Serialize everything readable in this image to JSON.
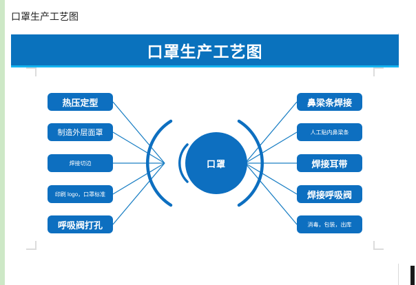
{
  "document": {
    "title": "口罩生产工艺图"
  },
  "banner": {
    "title": "口罩生产工艺图",
    "background_color": "#0a72bd",
    "underline_color": "#14b4f0"
  },
  "diagram": {
    "hub_label": "口罩",
    "node_color": "#0d6fc0",
    "connector_color": "#1b7fc4",
    "left_nodes": [
      {
        "label": "热压定型",
        "size": "lg"
      },
      {
        "label": "制造外层面罩",
        "size": "md"
      },
      {
        "label": "焊接切边",
        "size": "sm"
      },
      {
        "label": "印刷 logo，口罩标准",
        "size": "sm"
      },
      {
        "label": "呼吸阀打孔",
        "size": "lg"
      }
    ],
    "right_nodes": [
      {
        "label": "鼻梁条焊接",
        "size": "lg"
      },
      {
        "label": "人工贴内鼻梁条",
        "size": "sm"
      },
      {
        "label": "焊接耳带",
        "size": "lg"
      },
      {
        "label": "焊接呼吸阀",
        "size": "lg"
      },
      {
        "label": "消毒，包装，出库",
        "size": "sm"
      }
    ]
  },
  "chrome": {
    "left_strip_color": "#cde8c6",
    "crop_mark_color": "#dcdcdc"
  }
}
